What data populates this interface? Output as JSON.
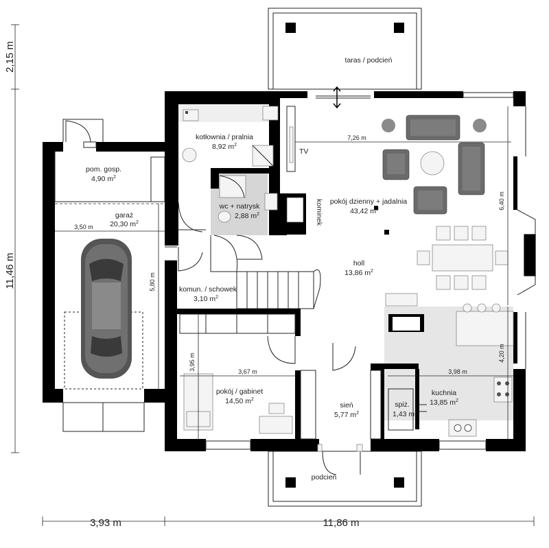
{
  "rooms": {
    "taras": {
      "name": "taras / podcień"
    },
    "kotlownia": {
      "name": "kotłownia / pralnia",
      "area": "8,92 m",
      "sup": "2"
    },
    "pom_gosp": {
      "name": "pom. gosp.",
      "area": "4,90 m",
      "sup": "2"
    },
    "garaz": {
      "name": "garaż",
      "area": "20,30 m",
      "sup": "2"
    },
    "wc": {
      "name": "wc + natrysk",
      "area": "2,88 m",
      "sup": "2"
    },
    "pokoj_dzienny": {
      "name": "pokój dzienny + jadalnia",
      "area": "43,42 m",
      "sup": "2"
    },
    "holl": {
      "name": "holl",
      "area": "13,86 m",
      "sup": "2"
    },
    "komun": {
      "name": "komun. / schowek",
      "area": "3,10 m",
      "sup": "2"
    },
    "gabinet": {
      "name": "pokój / gabinet",
      "area": "14,50 m",
      "sup": "2"
    },
    "sien": {
      "name": "sień",
      "area": "5,77 m",
      "sup": "2"
    },
    "spiz": {
      "name": "spiż.",
      "area": "1,43 m",
      "sup": "2"
    },
    "kuchnia": {
      "name": "kuchnia",
      "area": "13,85 m",
      "sup": "2"
    },
    "podcien": {
      "name": "podcień"
    }
  },
  "fixtures": {
    "tv": "TV",
    "kominek": "kominek"
  },
  "dimensions": {
    "living_width": "7,26 m",
    "living_depth": "6,40 m",
    "garage_width": "3,50 m",
    "garage_depth": "5,80 m",
    "office_depth": "3,95 m",
    "office_width": "3,67 m",
    "kitchen_width": "3,98 m",
    "kitchen_depth": "4,20 m"
  },
  "overall": {
    "top_depth": "2,15 m",
    "left_depth": "11,46 m",
    "bottom_left": "3,93 m",
    "bottom_right": "11,86 m"
  },
  "colors": {
    "wall": "#000000",
    "kitchen_floor": "#e6e6e6",
    "wc_floor": "#d6d6d6",
    "furniture": "#6b6b6b"
  }
}
